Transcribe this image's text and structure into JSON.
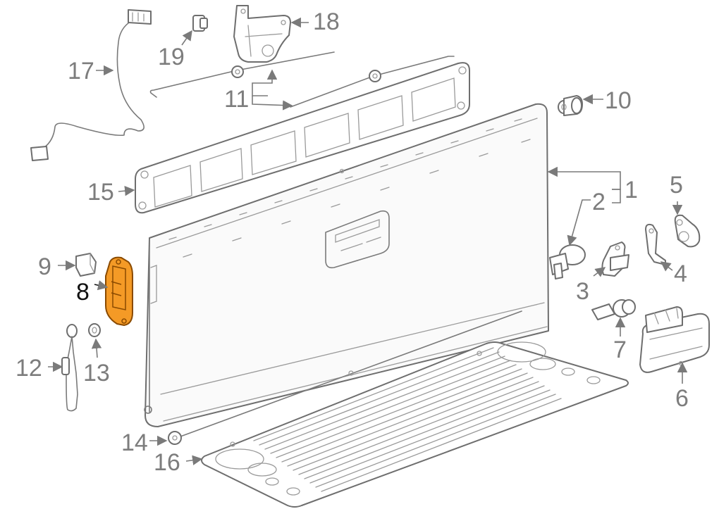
{
  "diagram": {
    "callouts": [
      {
        "id": "1",
        "label": "1"
      },
      {
        "id": "2",
        "label": "2"
      },
      {
        "id": "3",
        "label": "3"
      },
      {
        "id": "4",
        "label": "4"
      },
      {
        "id": "5",
        "label": "5"
      },
      {
        "id": "6",
        "label": "6"
      },
      {
        "id": "7",
        "label": "7"
      },
      {
        "id": "8",
        "label": "8",
        "highlighted": true
      },
      {
        "id": "9",
        "label": "9"
      },
      {
        "id": "10",
        "label": "10"
      },
      {
        "id": "11",
        "label": "11"
      },
      {
        "id": "12",
        "label": "12"
      },
      {
        "id": "13",
        "label": "13"
      },
      {
        "id": "14",
        "label": "14"
      },
      {
        "id": "15",
        "label": "15"
      },
      {
        "id": "16",
        "label": "16"
      },
      {
        "id": "17",
        "label": "17"
      },
      {
        "id": "18",
        "label": "18"
      },
      {
        "id": "19",
        "label": "19"
      }
    ],
    "highlighted_part": "8",
    "colors": {
      "line": "#6e6e6e",
      "label": "#7d7d7d",
      "highlight_fill": "#f49a26",
      "highlight_label": "#111111"
    }
  }
}
